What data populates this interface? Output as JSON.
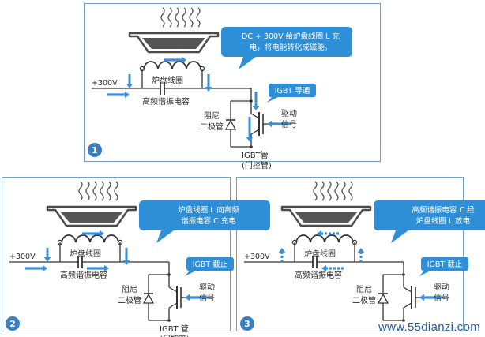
{
  "panels": [
    {
      "number": "1",
      "callout": [
        "DC + 300V 给炉盘线圈 L 充",
        "电，将电能转化成磁能。"
      ],
      "igbt_status": "IGBT 导通",
      "coil_label": "炉盘线圈",
      "voltage_label": "+300V",
      "capacitor_label": "高频谐振电容",
      "diode_label": [
        "阻尼",
        "二极管"
      ],
      "drive_label": [
        "驱动",
        "信号"
      ],
      "igbt_label": [
        "IGBT管",
        "(门控管)"
      ]
    },
    {
      "number": "2",
      "callout": [
        "炉盘线圈 L 向高频",
        "谐振电容 C 充电"
      ],
      "igbt_status": "IGBT 截止",
      "coil_label": "炉盘线圈",
      "voltage_label": "+300V",
      "capacitor_label": "高频谐振电容",
      "diode_label": [
        "阻尼",
        "二极管"
      ],
      "drive_label": [
        "驱动",
        "信号"
      ],
      "igbt_label": [
        "IGBT 管",
        "(门控管)"
      ]
    },
    {
      "number": "3",
      "callout": [
        "高频谐振电容 C 经",
        "炉盘线圈 L 放电"
      ],
      "igbt_status": "IGBT 截止",
      "coil_label": "炉盘线圈",
      "voltage_label": "+300V",
      "capacitor_label": "高频谐振电容",
      "diode_label": [
        "阻尼",
        "二极管"
      ],
      "drive_label": [
        "驱动",
        "信号"
      ],
      "igbt_label": [
        "",
        ""
      ]
    }
  ],
  "watermark": "www.55dianzi.com",
  "colors": {
    "border": "#6f9fc4",
    "callout": "#2f8fd6",
    "arrow": "#3a8fd8",
    "wire": "#333333",
    "pan": "#4a4a4a"
  }
}
